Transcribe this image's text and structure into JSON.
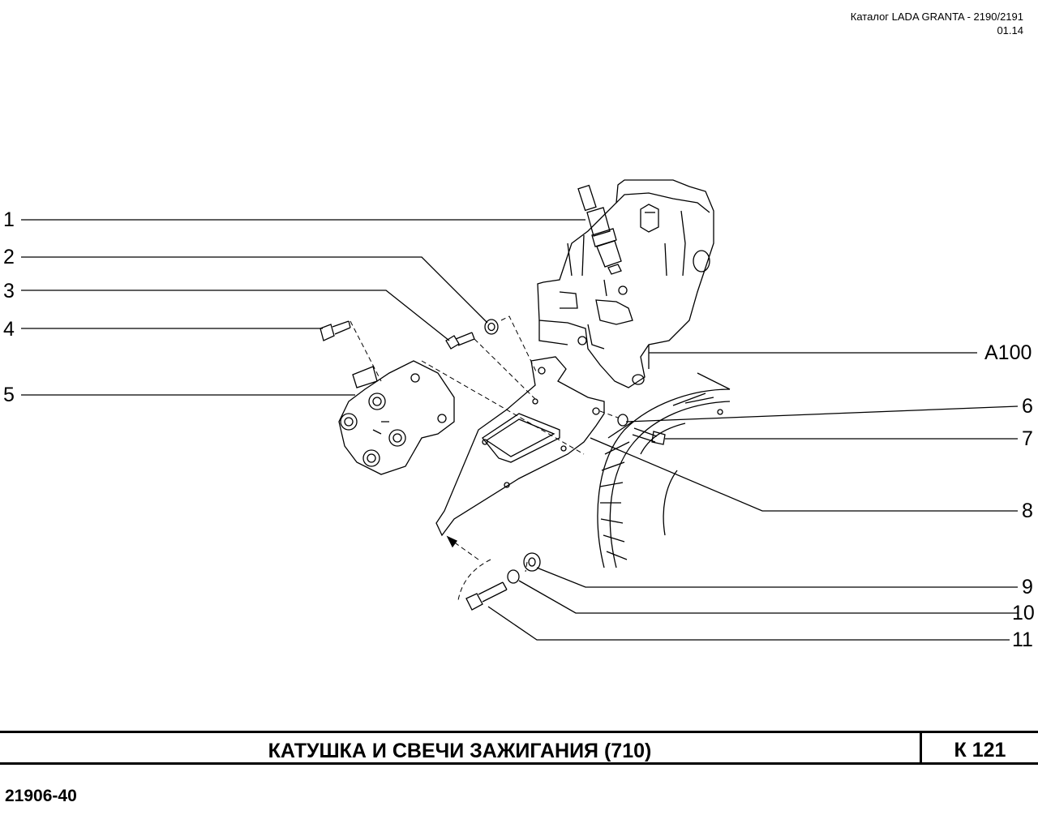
{
  "header": {
    "catalog_line": "Каталог  LADA  GRANTA - 2190/2191",
    "date": "01.14"
  },
  "callouts": {
    "c1": "1",
    "c2": "2",
    "c3": "3",
    "c4": "4",
    "c5": "5",
    "c6": "6",
    "c7": "7",
    "c8": "8",
    "c9": "9",
    "c10": "10",
    "c11": "11",
    "a100": "A100"
  },
  "title": "КАТУШКА  И  СВЕЧИ  ЗАЖИГАНИЯ  (710)",
  "page_code": "К 121",
  "footer_code": "21906-40"
}
